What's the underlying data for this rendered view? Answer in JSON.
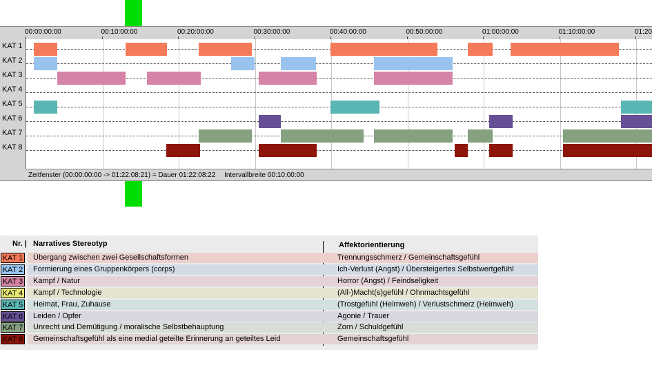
{
  "timeline": {
    "tick_labels": [
      "00:00:00:00",
      "00:10:00:00",
      "00:20:00:00",
      "00:30:00:00",
      "00:40:00:00",
      "00:50:00:00",
      "01:00:00:00",
      "01:10:00:00",
      "01:20"
    ],
    "categories": [
      {
        "label": "KAT 1",
        "color": "#f47a5a"
      },
      {
        "label": "KAT 2",
        "color": "#99c3ef"
      },
      {
        "label": "KAT 3",
        "color": "#d583a6"
      },
      {
        "label": "KAT 4",
        "color": "#e8e876"
      },
      {
        "label": "KAT 5",
        "color": "#5ab6b3"
      },
      {
        "label": "KAT 6",
        "color": "#664f95"
      },
      {
        "label": "KAT 7",
        "color": "#85a17f"
      },
      {
        "label": "KAT 8",
        "color": "#8e1509"
      }
    ],
    "segments": [
      [
        [
          0.0,
          3.1
        ],
        [
          12.0,
          17.5
        ],
        [
          21.6,
          28.6
        ],
        [
          38.9,
          52.9
        ],
        [
          56.9,
          60.2
        ],
        [
          62.5,
          76.7
        ]
      ],
      [
        [
          0.0,
          3.1
        ],
        [
          25.9,
          29.0
        ],
        [
          32.4,
          37.0
        ],
        [
          44.6,
          54.9
        ]
      ],
      [
        [
          3.1,
          12.0
        ],
        [
          14.8,
          21.9
        ],
        [
          29.5,
          37.1
        ],
        [
          44.6,
          54.9
        ]
      ],
      [],
      [
        [
          0.0,
          3.1
        ],
        [
          38.9,
          45.3
        ],
        [
          77.0,
          82.1
        ]
      ],
      [
        [
          29.5,
          32.4
        ],
        [
          59.7,
          62.8
        ],
        [
          77.0,
          82.1
        ]
      ],
      [
        [
          21.6,
          28.6
        ],
        [
          32.4,
          43.3
        ],
        [
          44.6,
          54.9
        ],
        [
          56.9,
          60.2
        ],
        [
          69.4,
          82.1
        ]
      ],
      [
        [
          17.4,
          21.8
        ],
        [
          29.5,
          37.1
        ],
        [
          55.2,
          56.9
        ],
        [
          59.7,
          62.8
        ],
        [
          69.4,
          82.1
        ]
      ]
    ],
    "status": {
      "window": "Zeitfenster (00:00:00:00 -> 01:22:08:21) = Dauer 01:22:08:22",
      "interval": "Intervallbreite 00:10:00:00"
    }
  },
  "legend": {
    "header_nr": "Nr. |",
    "header_stereotype": "Narratives Stereotyp",
    "header_affect": "Affektorientierung",
    "rows": [
      {
        "kat": "KAT 1",
        "color": "#f47a5a",
        "bar": "#ecd0cc",
        "stereotype": "Übergang zwischen zwei Gesellschaftsformen",
        "affect": "Trennungsschmerz / Gemeinschaftsgefühl"
      },
      {
        "kat": "KAT 2",
        "color": "#99c3ef",
        "bar": "#d3dbe6",
        "stereotype": "Formierung eines Gruppenkörpers (corps)",
        "affect": "Ich-Verlust (Angst) / Übersteigertes Selbstwertgefühl"
      },
      {
        "kat": "KAT 3",
        "color": "#d583a6",
        "bar": "#e3d2d9",
        "stereotype": "Kampf / Natur",
        "affect": "Horror (Angst) / Feindseligkeit"
      },
      {
        "kat": "KAT 4",
        "color": "#e8e876",
        "bar": "#e4e4cf",
        "stereotype": "Kampf / Technologie",
        "affect": "(All-)Macht(s)gefühl / Ohnmachtsgefühl"
      },
      {
        "kat": "KAT 5",
        "color": "#5ab6b3",
        "bar": "#d2e0df",
        "stereotype": "Heimat, Frau, Zuhause",
        "affect": "(Trostgefühl (Heimweh) / Verlustschmerz (Heimweh)"
      },
      {
        "kat": "KAT 6",
        "color": "#664f95",
        "bar": "#d9d6df",
        "stereotype": "Leiden / Opfer",
        "affect": "Agonie / Trauer"
      },
      {
        "kat": "KAT 7",
        "color": "#85a17f",
        "bar": "#d8ddd7",
        "stereotype": "Unrecht und Demütigung / moralische Selbstbehauptung",
        "affect": "Zorn / Schuldgefühl"
      },
      {
        "kat": "KAT 8",
        "color": "#8e1509",
        "bar": "#e3d3d3",
        "stereotype": "Gemeinschaftsgefühl als eine medial geteilte Erinnerung an geteiltes Leid",
        "affect": "Gemeinschaftsgefühl"
      }
    ]
  }
}
